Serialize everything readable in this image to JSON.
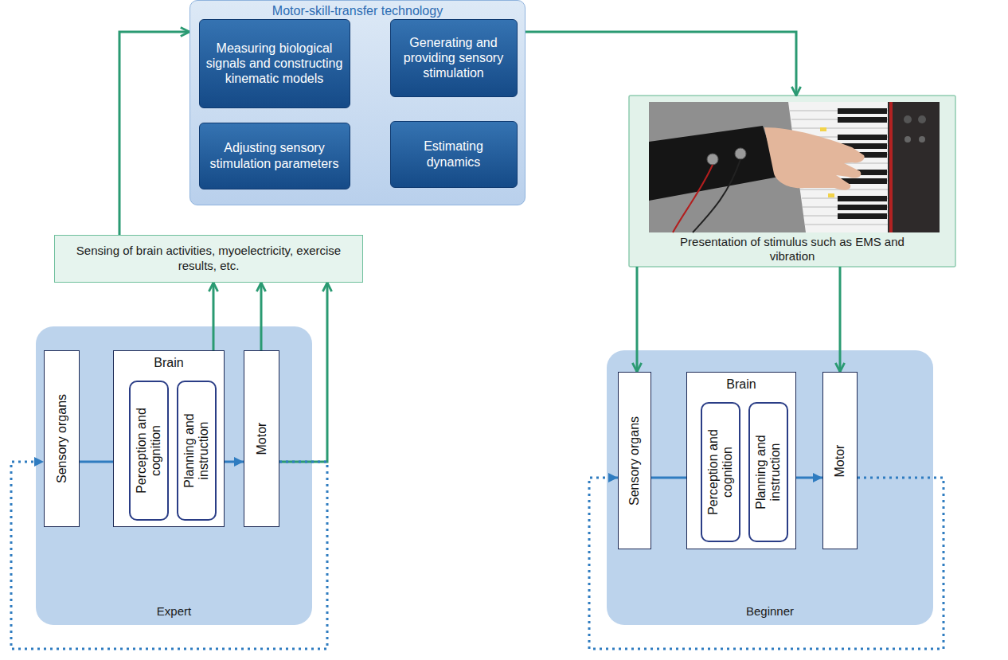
{
  "diagram": {
    "nodes": [
      {
        "text": [
          "Motor-skill-transfer technology"
        ]
      },
      {
        "text": [
          "Measuring biological signals and constructing kinematic models"
        ],
        "in": 0
      },
      {
        "text": [
          "Generating and providing sensory stimulation"
        ],
        "in": 0
      },
      {
        "text": [
          "Adjusting sensory stimulation parameters"
        ],
        "in": 0
      },
      {
        "text": [
          "Estimating dynamics"
        ],
        "in": 0
      },
      {
        "text": [
          "Sensing of brain activities, myoelectricity, exercise results, etc."
        ]
      },
      {
        "text": [
          "Presentation of stimulus such as EMS and vibration"
        ]
      },
      {
        "text": [
          "Expert"
        ]
      },
      {
        "text": [
          "Sensory organs"
        ],
        "in": 7
      },
      {
        "text": [
          "Brain"
        ],
        "in": 7
      },
      {
        "text": [
          "Perception and cognition"
        ],
        "in": 9
      },
      {
        "text": [
          "Planning and instruction"
        ],
        "in": 9
      },
      {
        "text": [
          "Motor"
        ],
        "in": 7
      },
      {
        "text": [
          "Beginner"
        ]
      },
      {
        "text": [
          "Sensory organs"
        ],
        "in": 13
      },
      {
        "text": [
          "Brain"
        ],
        "in": 13
      },
      {
        "text": [
          "Perception and cognition"
        ],
        "in": 15
      },
      {
        "text": [
          "Planning and instruction"
        ],
        "in": 15
      },
      {
        "text": [
          "Motor"
        ],
        "in": 13
      }
    ],
    "edges": [
      {
        "from": 1,
        "to": 2,
        "arrow": "to"
      },
      {
        "from": 3,
        "to": 2,
        "arrow": "to"
      },
      {
        "from": 4,
        "to": 3,
        "arrow": "to"
      },
      {
        "from": 5,
        "to": 0,
        "arrow": "to"
      },
      {
        "from": 0,
        "to": 6,
        "arrow": "to"
      },
      {
        "from": 6,
        "to": 14,
        "arrow": "to"
      },
      {
        "from": 6,
        "to": 18,
        "arrow": "to"
      },
      {
        "from": 9,
        "to": 5,
        "arrow": "to"
      },
      {
        "from": 12,
        "to": 5,
        "arrow": "to"
      },
      {
        "from": 12,
        "to": 5,
        "arrow": "to"
      },
      {
        "from": 12,
        "to": 8,
        "arrow": "to"
      },
      {
        "from": 8,
        "to": 10,
        "arrow": "to"
      },
      {
        "from": 11,
        "to": 12,
        "arrow": "to"
      },
      {
        "from": 18,
        "to": 14,
        "arrow": "to"
      },
      {
        "from": 14,
        "to": 16,
        "arrow": "to"
      },
      {
        "from": 17,
        "to": 18,
        "arrow": "to"
      }
    ]
  }
}
